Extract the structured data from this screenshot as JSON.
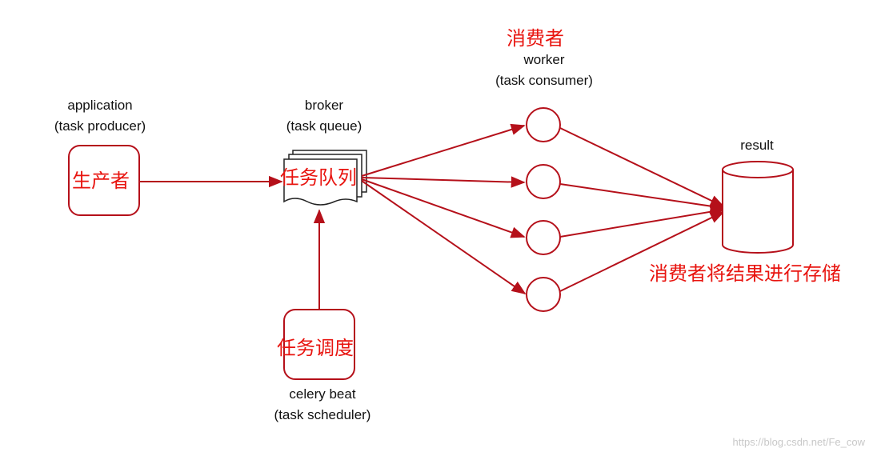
{
  "application": {
    "line1": "application",
    "line2": "(task producer)",
    "annotation": "生产者"
  },
  "broker": {
    "line1": "broker",
    "line2": "(task queue)",
    "annotation": "任务队列"
  },
  "scheduler": {
    "line1": "celery beat",
    "line2": "(task scheduler)",
    "annotation": "任务调度"
  },
  "worker": {
    "annotation": "消费者",
    "line1": "worker",
    "line2": "(task consumer)"
  },
  "result": {
    "label": "result",
    "annotation": "消费者将结果进行存储"
  },
  "watermark": "https://blog.csdn.net/Fe_cow",
  "colors": {
    "stroke": "#b5101a",
    "annotation": "#e8140f",
    "text": "#111111"
  }
}
